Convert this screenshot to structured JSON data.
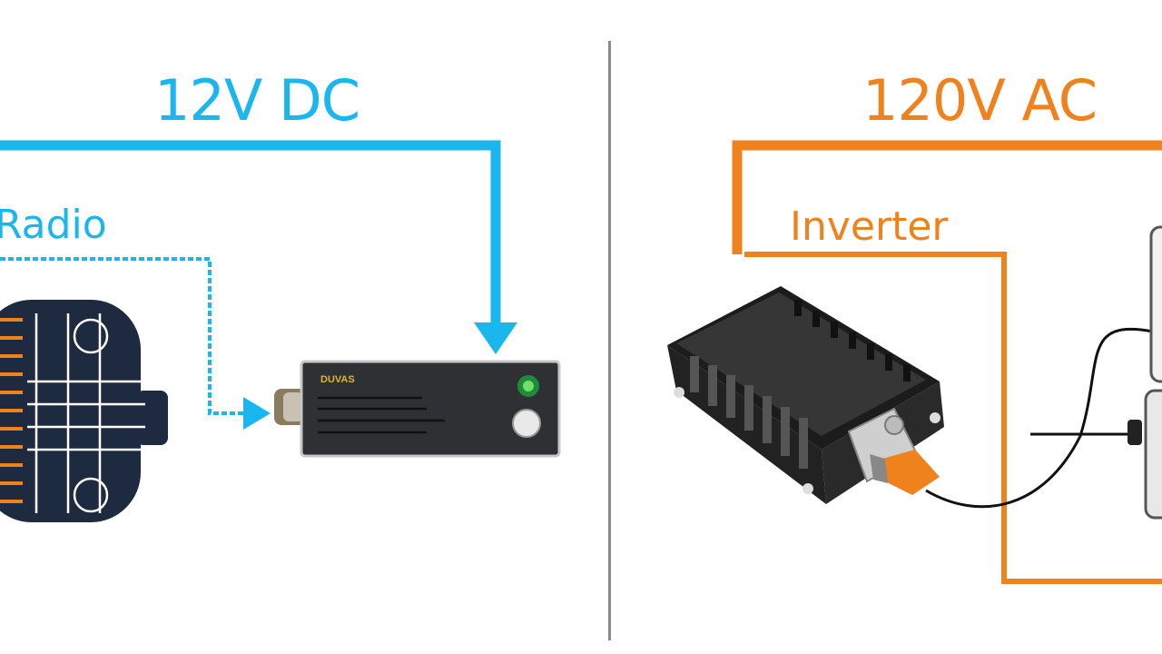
{
  "colors": {
    "dc_accent": "#1ab6ee",
    "ac_accent": "#f0821e",
    "divider": "#8a8a8a",
    "device_body": "#1e2a40",
    "device_dark": "#2c2c2c"
  },
  "left": {
    "title": "12V DC",
    "label": "Radio",
    "device_label": "DUVAS"
  },
  "right": {
    "title": "120V AC",
    "label": "Inverter"
  },
  "icons": [
    "radio-icon",
    "dc-device-icon",
    "power-inverter-icon",
    "appliance-icon"
  ]
}
